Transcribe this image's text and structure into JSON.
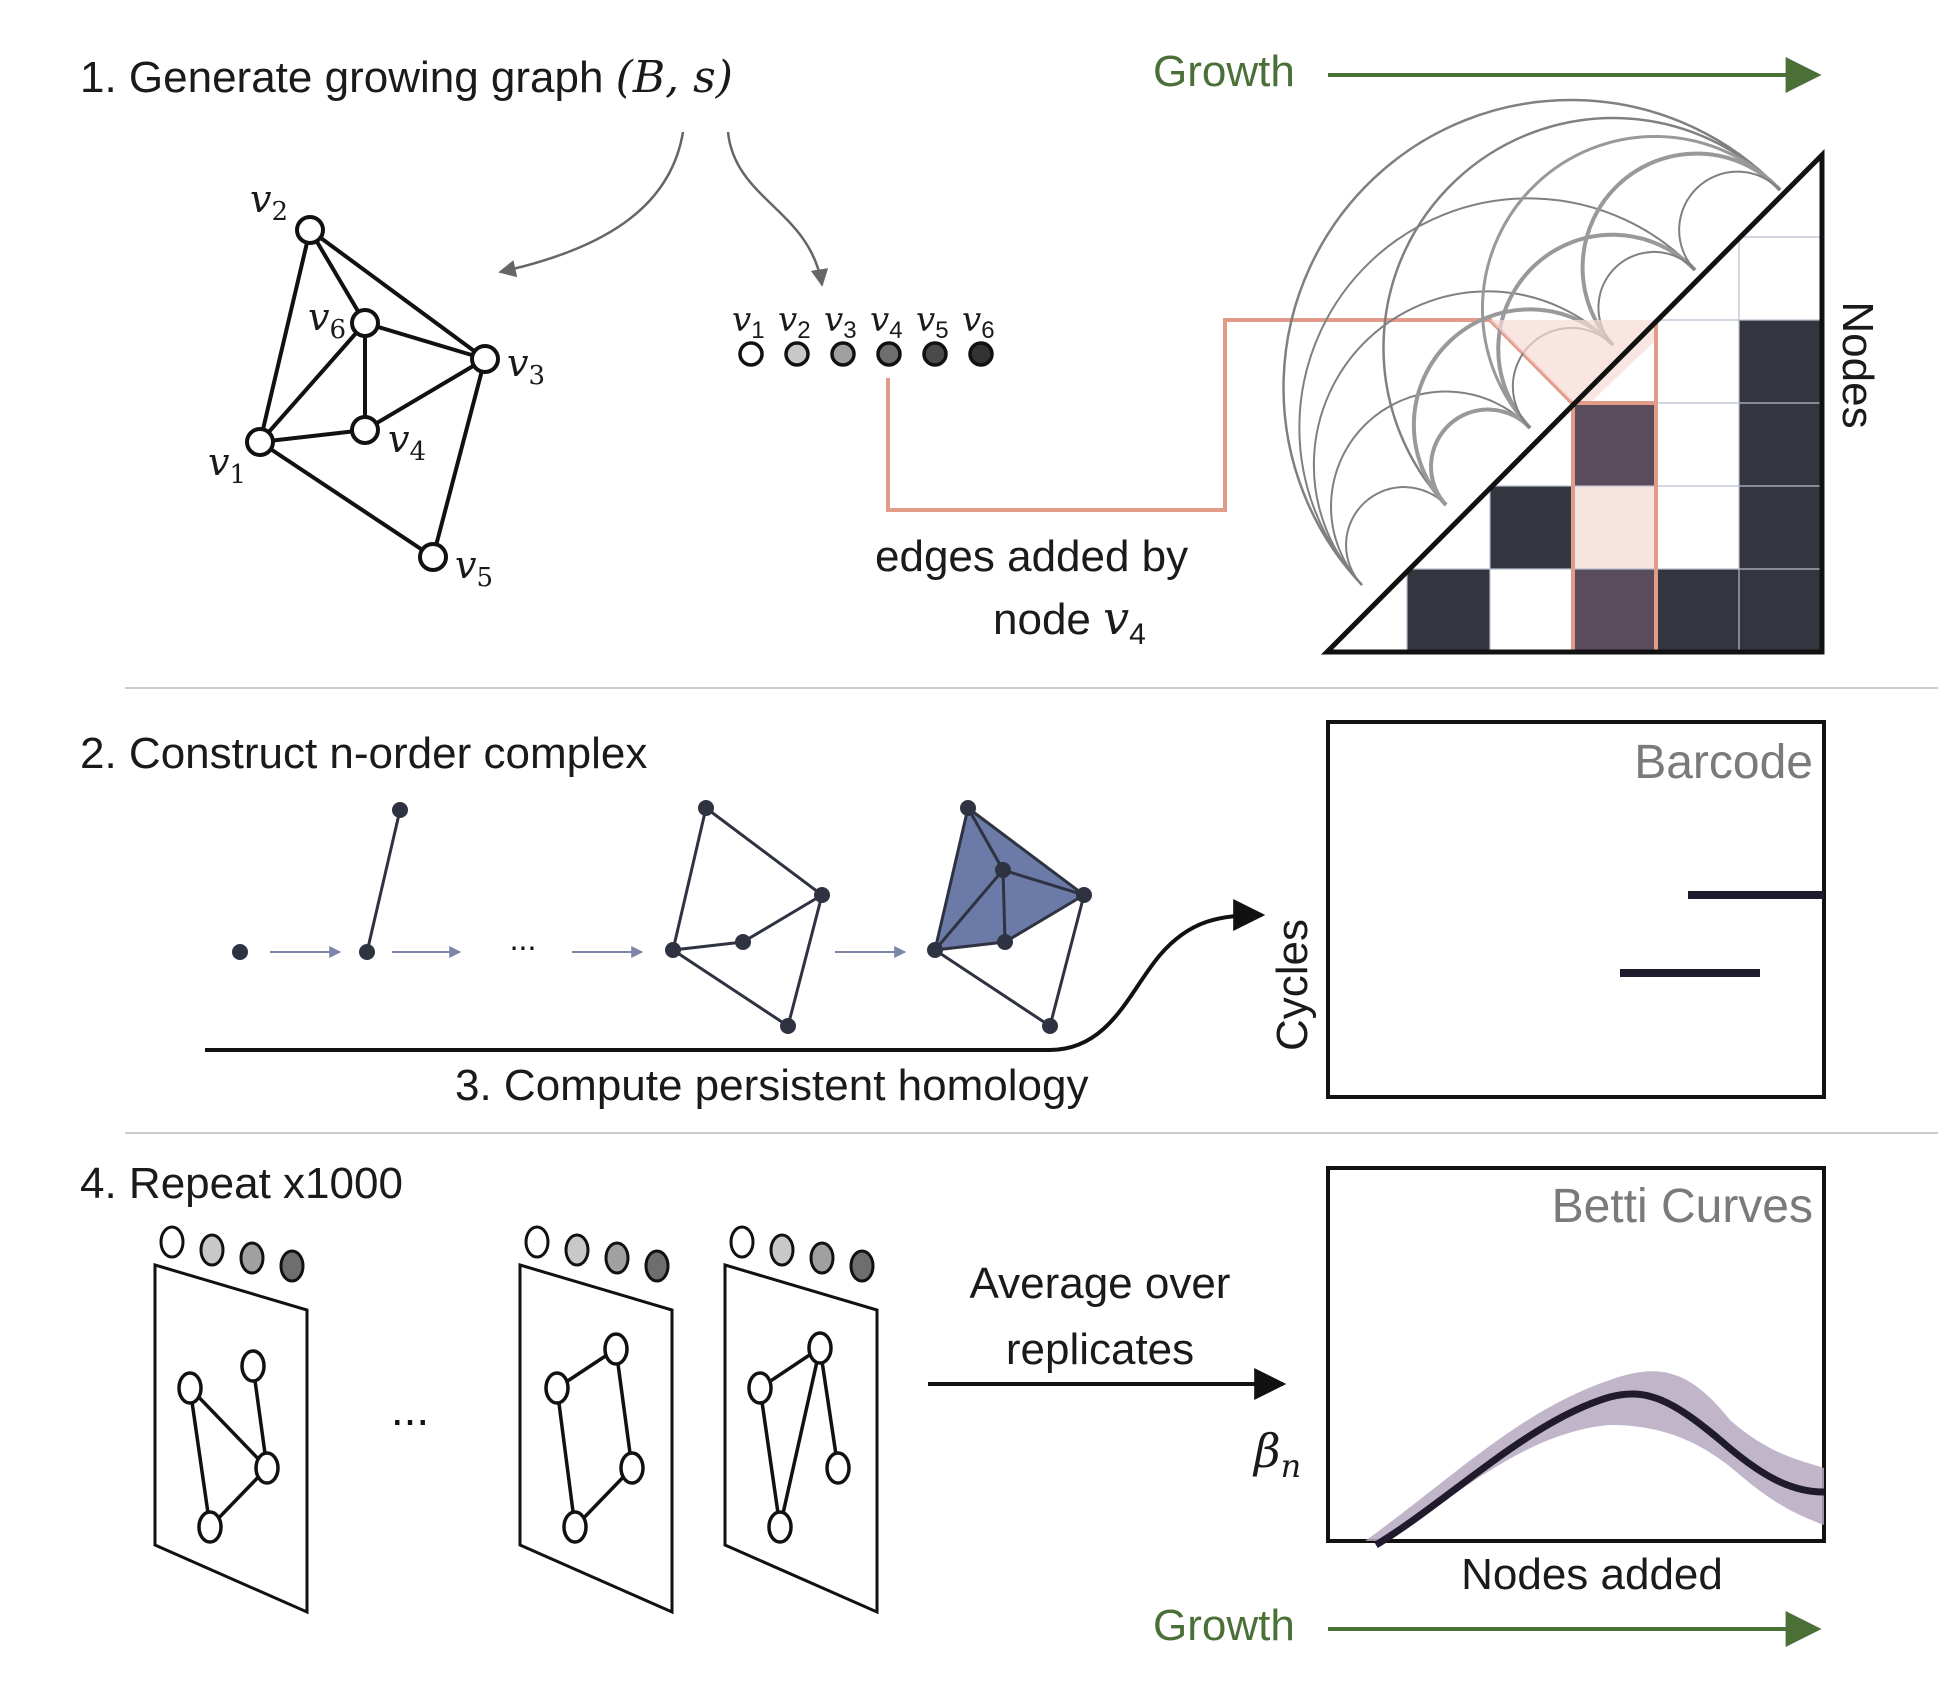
{
  "colors": {
    "growth": "#4a7038",
    "salmon": "#e29a89",
    "matrix_dark": "#33353f",
    "matrix_highlight": "#5a4c5a",
    "complex_fill": "#6b7aa6",
    "betti_band": "#b6a9c0",
    "betti_line": "#1f1b2d",
    "bar_color": "#1f1b2d"
  },
  "section1": {
    "title": "1. Generate growing graph ",
    "title_math": "(B, s)",
    "growth_label": "Growth",
    "nodes_axis_label": "Nodes",
    "edges_caption_line1": "edges added by",
    "edges_caption_line2": "node ",
    "edges_caption_math": "v",
    "edges_caption_sub": "4",
    "graph_nodes": [
      {
        "id": "v1",
        "letter": "v",
        "sub": "1"
      },
      {
        "id": "v2",
        "letter": "v",
        "sub": "2"
      },
      {
        "id": "v3",
        "letter": "v",
        "sub": "3"
      },
      {
        "id": "v4",
        "letter": "v",
        "sub": "4"
      },
      {
        "id": "v5",
        "letter": "v",
        "sub": "5"
      },
      {
        "id": "v6",
        "letter": "v",
        "sub": "6"
      }
    ],
    "node_order": [
      {
        "letter": "v",
        "sub": "1",
        "shade": "#ffffff"
      },
      {
        "letter": "v",
        "sub": "2",
        "shade": "#c8c8c8"
      },
      {
        "letter": "v",
        "sub": "3",
        "shade": "#a0a0a0"
      },
      {
        "letter": "v",
        "sub": "4",
        "shade": "#6e6e6e"
      },
      {
        "letter": "v",
        "sub": "5",
        "shade": "#4a4a4a"
      },
      {
        "letter": "v",
        "sub": "6",
        "shade": "#333333"
      }
    ]
  },
  "section2": {
    "title": "2. Construct n-order complex",
    "ellipsis": "...",
    "barcode_title": "Barcode",
    "cycles_label": "Cycles"
  },
  "section3": {
    "title": "3. Compute persistent homology"
  },
  "section4": {
    "title": "4. Repeat x1000",
    "ellipsis": "...",
    "average_line1": "Average over",
    "average_line2": "replicates",
    "betti_title": "Betti Curves",
    "beta_label": "β",
    "beta_sub": "n",
    "nodes_added_label": "Nodes added",
    "growth_label": "Growth"
  }
}
